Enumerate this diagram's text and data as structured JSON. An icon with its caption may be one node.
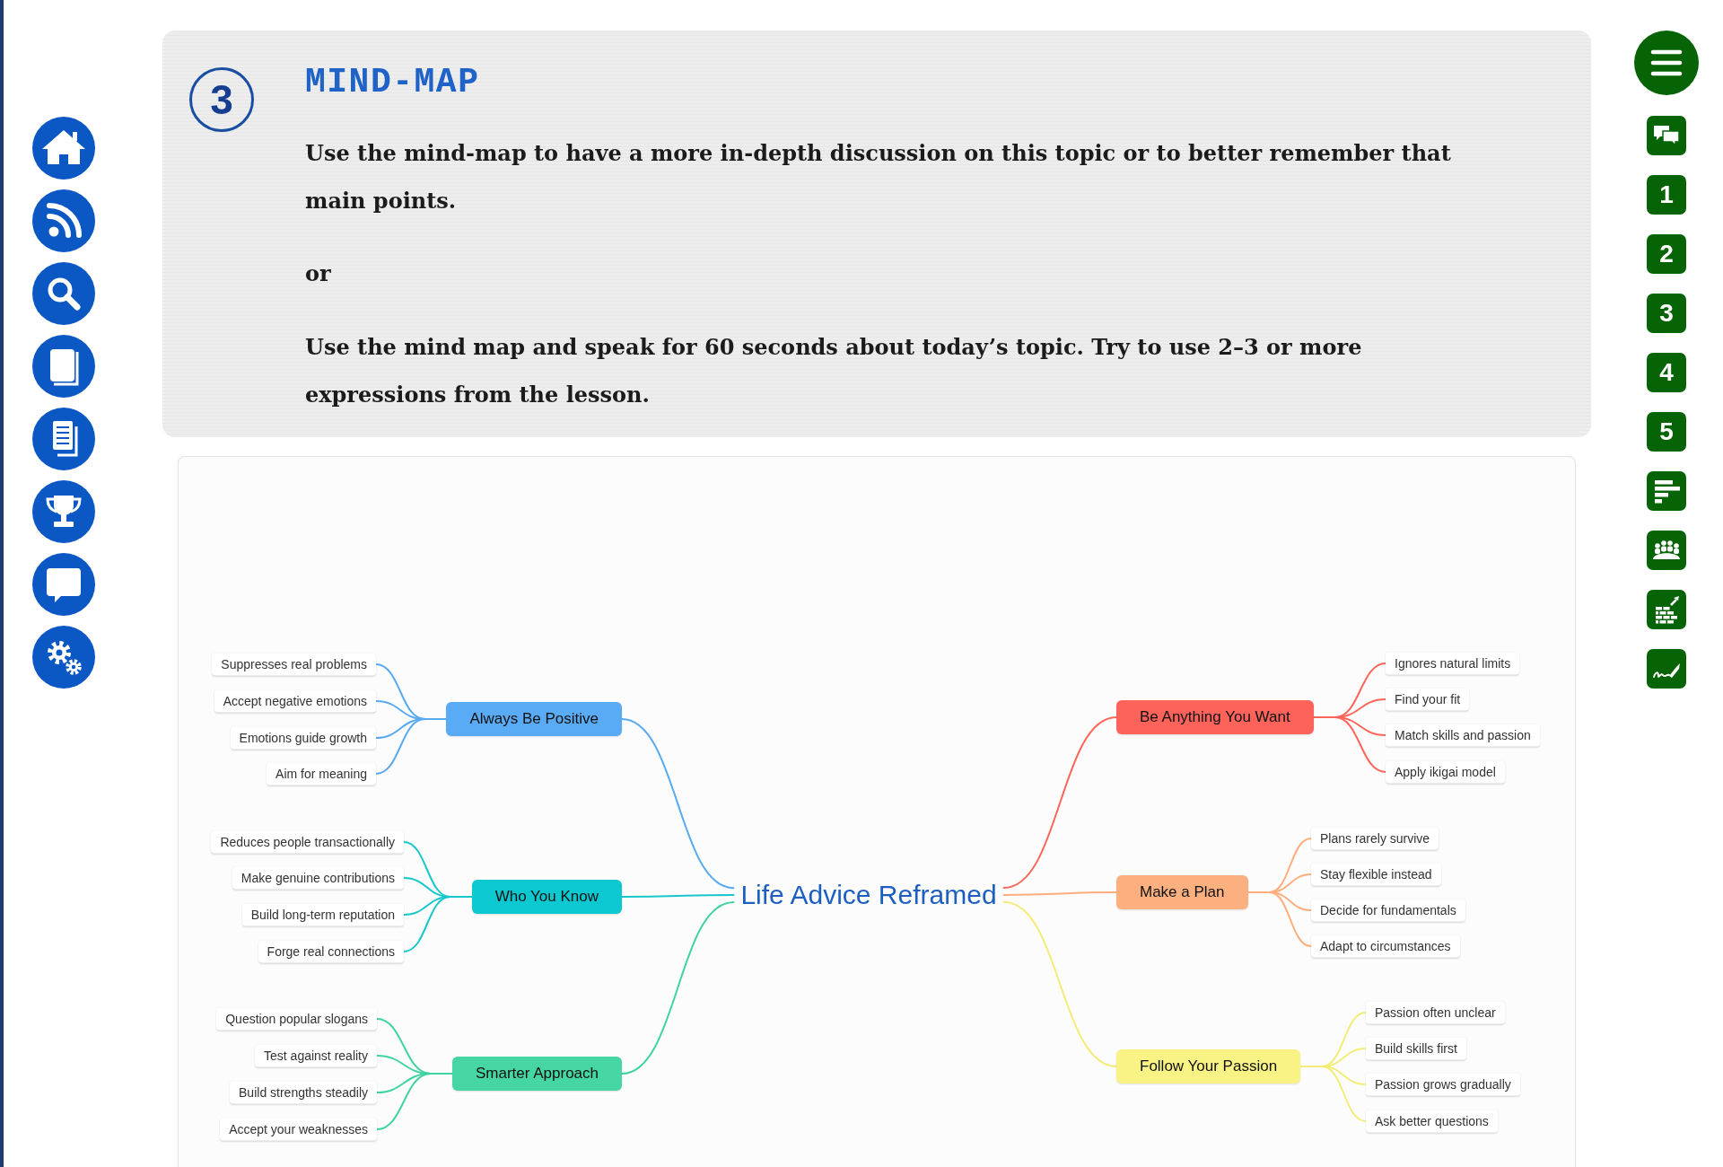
{
  "diagram": {
    "title": "MIND-MAP",
    "nodes": [
      {
        "text": [
          "Life Advice Reframed"
        ]
      },
      {
        "text": [
          "Always Be Positive"
        ]
      },
      {
        "text": [
          "Suppresses real problems"
        ]
      },
      {
        "text": [
          "Accept negative emotions"
        ]
      },
      {
        "text": [
          "Emotions guide growth"
        ]
      },
      {
        "text": [
          "Aim for meaning"
        ]
      },
      {
        "text": [
          "Who You Know"
        ]
      },
      {
        "text": [
          "Reduces people transactionally"
        ]
      },
      {
        "text": [
          "Make genuine contributions"
        ]
      },
      {
        "text": [
          "Build long-term reputation"
        ]
      },
      {
        "text": [
          "Forge real connections"
        ]
      },
      {
        "text": [
          "Smarter Approach"
        ]
      },
      {
        "text": [
          "Question popular slogans"
        ]
      },
      {
        "text": [
          "Test against reality"
        ]
      },
      {
        "text": [
          "Build strengths steadily"
        ]
      },
      {
        "text": [
          "Accept your weaknesses"
        ]
      },
      {
        "text": [
          "Be Anything You Want"
        ]
      },
      {
        "text": [
          "Ignores natural limits"
        ]
      },
      {
        "text": [
          "Find your fit"
        ]
      },
      {
        "text": [
          "Match skills and passion"
        ]
      },
      {
        "text": [
          "Apply ikigai model"
        ]
      },
      {
        "text": [
          "Make a Plan"
        ]
      },
      {
        "text": [
          "Plans rarely survive"
        ]
      },
      {
        "text": [
          "Stay flexible instead"
        ]
      },
      {
        "text": [
          "Decide for fundamentals"
        ]
      },
      {
        "text": [
          "Adapt to circumstances"
        ]
      },
      {
        "text": [
          "Follow Your Passion"
        ]
      },
      {
        "text": [
          "Passion often unclear"
        ]
      },
      {
        "text": [
          "Build skills first"
        ]
      },
      {
        "text": [
          "Passion grows gradually"
        ]
      },
      {
        "text": [
          "Ask better questions"
        ]
      }
    ],
    "edges": [
      {
        "from": 0,
        "to": 1,
        "arrow": "none",
        "color": "#5aaaf0"
      },
      {
        "from": 1,
        "to": 2,
        "arrow": "none",
        "color": "#5aaaf0"
      },
      {
        "from": 1,
        "to": 3,
        "arrow": "none",
        "color": "#5aaaf0"
      },
      {
        "from": 1,
        "to": 4,
        "arrow": "none",
        "color": "#5aaaf0"
      },
      {
        "from": 1,
        "to": 5,
        "arrow": "none",
        "color": "#5aaaf0"
      },
      {
        "from": 0,
        "to": 6,
        "arrow": "none",
        "color": "#17c7cc"
      },
      {
        "from": 6,
        "to": 7,
        "arrow": "none",
        "color": "#17c7cc"
      },
      {
        "from": 6,
        "to": 8,
        "arrow": "none",
        "color": "#17c7cc"
      },
      {
        "from": 6,
        "to": 9,
        "arrow": "none",
        "color": "#17c7cc"
      },
      {
        "from": 6,
        "to": 10,
        "arrow": "none",
        "color": "#17c7cc"
      },
      {
        "from": 0,
        "to": 11,
        "arrow": "none",
        "color": "#3fd3a2"
      },
      {
        "from": 11,
        "to": 12,
        "arrow": "none",
        "color": "#3fd3a2"
      },
      {
        "from": 11,
        "to": 13,
        "arrow": "none",
        "color": "#3fd3a2"
      },
      {
        "from": 11,
        "to": 14,
        "arrow": "none",
        "color": "#3fd3a2"
      },
      {
        "from": 11,
        "to": 15,
        "arrow": "none",
        "color": "#3fd3a2"
      },
      {
        "from": 0,
        "to": 16,
        "arrow": "none",
        "color": "#fc6558"
      },
      {
        "from": 16,
        "to": 17,
        "arrow": "none",
        "color": "#fc6558"
      },
      {
        "from": 16,
        "to": 18,
        "arrow": "none",
        "color": "#fc6558"
      },
      {
        "from": 16,
        "to": 19,
        "arrow": "none",
        "color": "#fc6558"
      },
      {
        "from": 16,
        "to": 20,
        "arrow": "none",
        "color": "#fc6558"
      },
      {
        "from": 0,
        "to": 21,
        "arrow": "none",
        "color": "#fdae7c"
      },
      {
        "from": 21,
        "to": 22,
        "arrow": "none",
        "color": "#fdae7c"
      },
      {
        "from": 21,
        "to": 23,
        "arrow": "none",
        "color": "#fdae7c"
      },
      {
        "from": 21,
        "to": 24,
        "arrow": "none",
        "color": "#fdae7c"
      },
      {
        "from": 21,
        "to": 25,
        "arrow": "none",
        "color": "#fdae7c"
      },
      {
        "from": 0,
        "to": 26,
        "arrow": "none",
        "color": "#f4ec78"
      },
      {
        "from": 26,
        "to": 27,
        "arrow": "none",
        "color": "#f4ec78"
      },
      {
        "from": 26,
        "to": 28,
        "arrow": "none",
        "color": "#f4ec78"
      },
      {
        "from": 26,
        "to": 29,
        "arrow": "none",
        "color": "#f4ec78"
      },
      {
        "from": 26,
        "to": 30,
        "arrow": "none",
        "color": "#f4ec78"
      }
    ],
    "labels": [
      "3",
      "Use the mind-map to have a more in-depth discussion on this topic or to better remember that main points.",
      "or",
      "Use the mind map and speak for 60 seconds about today’s topic. Try to use 2–3 or more expressions from the lesson.",
      "1",
      "2",
      "3",
      "4",
      "5"
    ]
  }
}
